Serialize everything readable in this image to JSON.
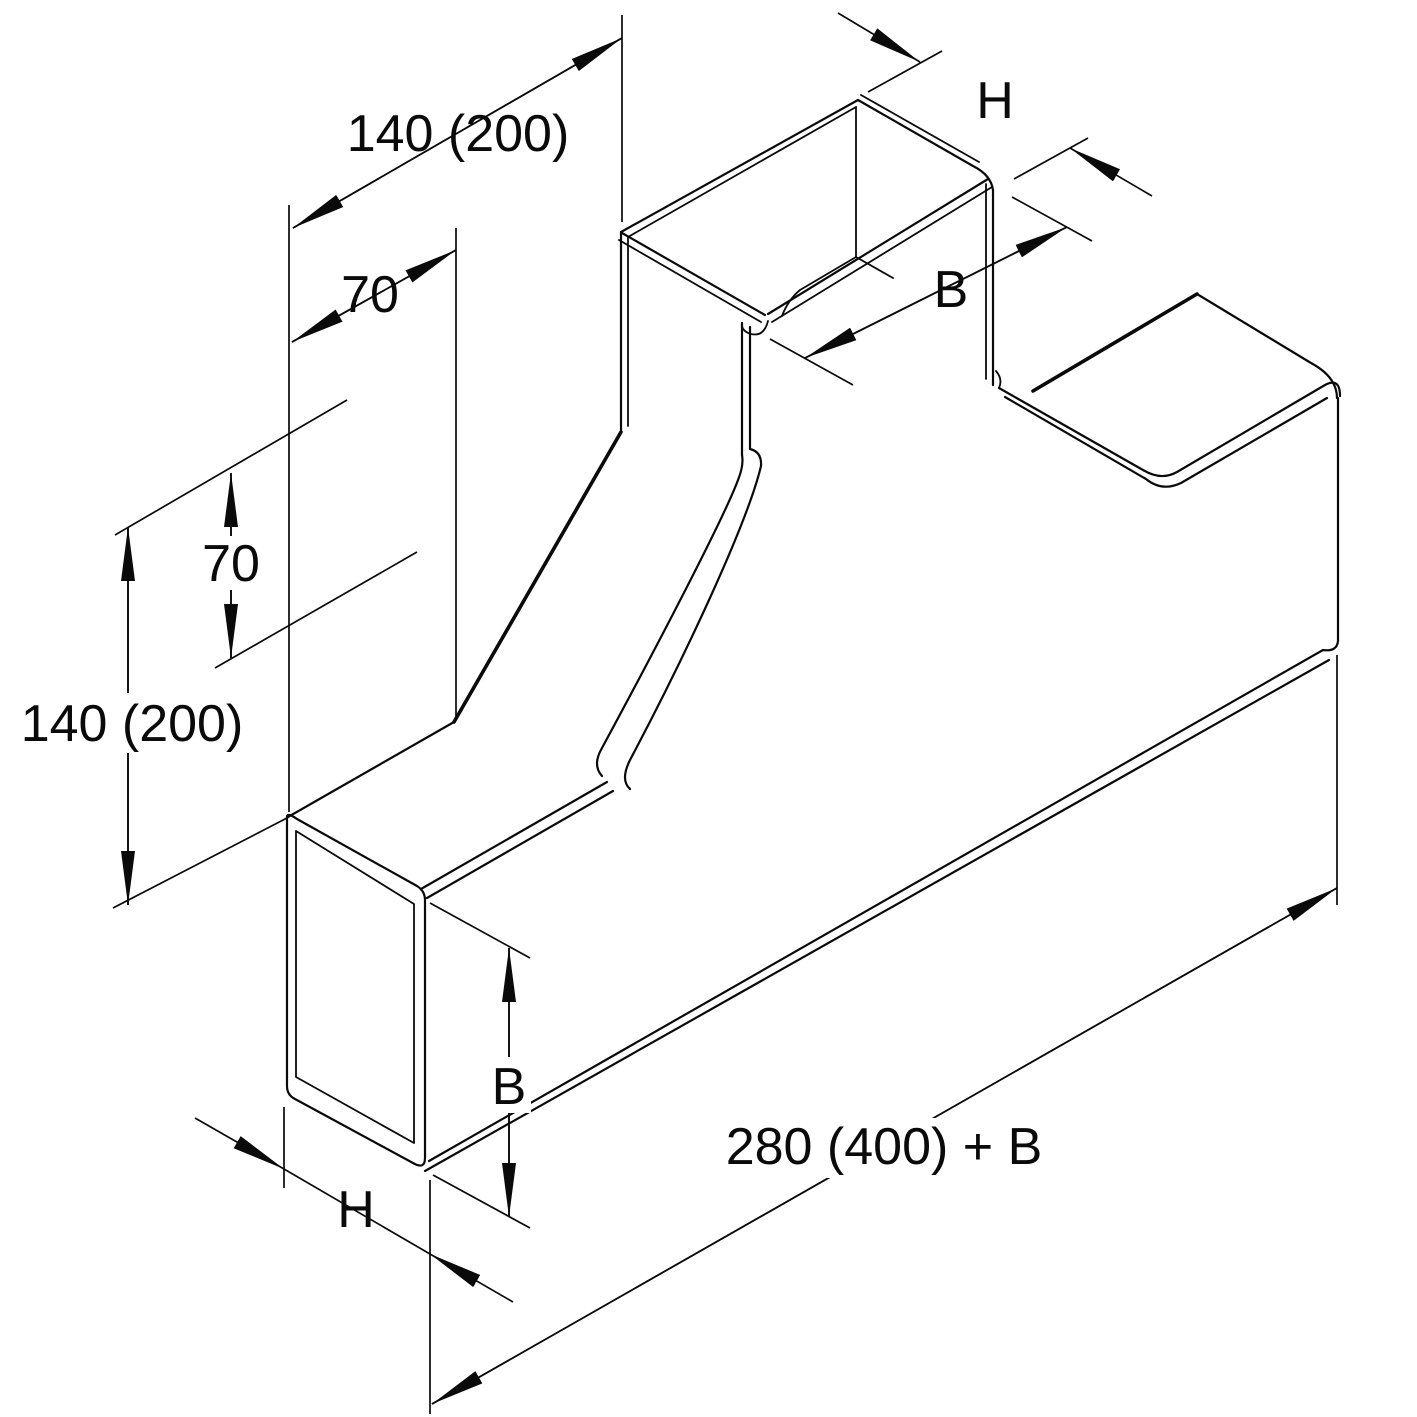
{
  "page": {
    "background_color": "#ffffff",
    "line_color": "#0a0a0a"
  },
  "drawing": {
    "type": "isometric technical line drawing",
    "subject": "cable-trunking tee fitting with up-going branch",
    "labels": {
      "dim_length_top": "140 (200)",
      "dim_offset_top": "70",
      "dim_offset_left": "70",
      "dim_height_left": "140 (200)",
      "dim_b_left": "B",
      "dim_h_bottom": "H",
      "dim_h_top": "H",
      "dim_b_top": "B",
      "dim_total_bottom": "280 (400) + B"
    }
  }
}
